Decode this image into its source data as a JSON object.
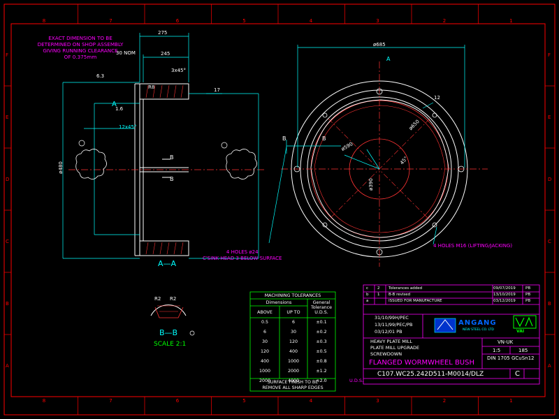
{
  "colors": {
    "background": "#000000",
    "border": "#ff0000",
    "outline": "#ffffff",
    "dimension": "#00ffff",
    "centerline": "#ff3333",
    "note": "#ff00ff",
    "table": "#00ff00",
    "titleblock": "#ff00ff"
  },
  "border": {
    "col_numbers": [
      "8",
      "7",
      "6",
      "5",
      "4",
      "3",
      "2",
      "1"
    ],
    "row_letters": [
      "F",
      "E",
      "D",
      "C",
      "B",
      "A"
    ]
  },
  "notes": {
    "exact_dim": [
      "EXACT DIMENSION TO BE",
      "DETERMINED ON SHOP ASSEMBLY",
      "GIVING RUNNING CLEARANCE",
      "OF 0.375mm"
    ],
    "holes_24": [
      "4 HOLES ø24",
      "C'SINK HEAD 3 BELOW SURFACE"
    ],
    "holes_m16": "4 HOLES M16 (LIFTING/JACKING)"
  },
  "dims": {
    "d275": "275",
    "d245": "245",
    "nom30": "30 NOM",
    "chamfer_3x45": "3x45°",
    "chamfer_12x45": "12x45°",
    "r8": "R8",
    "d17": "17",
    "d6_3": "6.3",
    "d1_6": "1.6",
    "dia480": "ø480",
    "dia685": "ø685",
    "dia650": "ø650",
    "dia590": "ø590",
    "dia390": "ø390",
    "d12": "12",
    "d45": "45°"
  },
  "section_labels": {
    "aa": "A—A",
    "bb": "B—B",
    "scale": "SCALE 2:1",
    "a": "A",
    "b": "B",
    "r2a": "R2",
    "r2b": "R2"
  },
  "tolerance_table": {
    "title": "MACHINING TOLERANCES",
    "dimensions_header": "Dimensions",
    "general_header": [
      "General",
      "Tolerance"
    ],
    "uds": "U.D.S.",
    "col_above": "ABOVE",
    "col_upto": "UP TO",
    "rows": [
      [
        "0.5",
        "6",
        "±0.1"
      ],
      [
        "6",
        "30",
        "±0.2"
      ],
      [
        "30",
        "120",
        "±0.3"
      ],
      [
        "120",
        "400",
        "±0.5"
      ],
      [
        "400",
        "1000",
        "±0.8"
      ],
      [
        "1000",
        "2000",
        "±1.2"
      ],
      [
        "2000",
        "4000",
        "±2.0"
      ]
    ],
    "finish": "SURFACE FINISH TO BE",
    "edges": "REMOVE ALL SHARP EDGES"
  },
  "revisions": [
    {
      "letter": "c",
      "num": "2",
      "desc": "Tolerances added",
      "date": "09/07/2019",
      "by": "PB"
    },
    {
      "letter": "b",
      "num": "1",
      "desc": "B-B revised",
      "date": "13/10/2019",
      "by": "PB"
    },
    {
      "letter": "a",
      "num": "",
      "desc": "ISSUED FOR MANUFACTURE",
      "date": "03/12/2019",
      "by": "PB"
    }
  ],
  "titleblock": {
    "dates": [
      "31/10/99H/PEC",
      "13/11/99/PEC/PB",
      "03/12/01 PB"
    ],
    "company": "ANGANG",
    "company_sub": "NEW STEEL CO. LTD",
    "brand": "VAI",
    "project": [
      "HEAVY PLATE MILL",
      "PLATE MILL UPGRADE",
      "SCREWDOWN"
    ],
    "title": "FLANGED WORMWHEEL BUSH",
    "vn": "VN-UK",
    "scale": "1:5",
    "mass": "185",
    "material": "DIN 1705 GCuSn12",
    "drawing_no": "C107.WC25.242D511-M0014/DLZ",
    "rev": "C",
    "uds": "U.D.S."
  }
}
